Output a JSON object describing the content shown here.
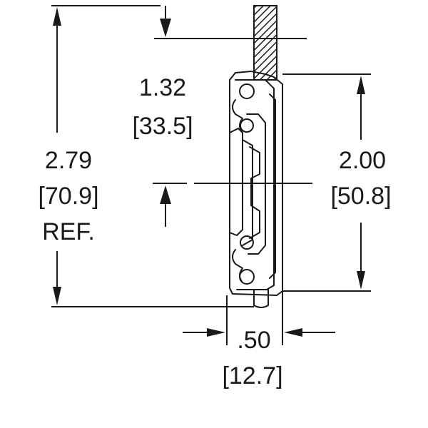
{
  "dimensions": {
    "overall_height": {
      "inch": "2.79",
      "mm": "[70.9]",
      "note": "REF."
    },
    "offset": {
      "inch": "1.32",
      "mm": "[33.5]"
    },
    "mounting_height": {
      "inch": "2.00",
      "mm": "[50.8]"
    },
    "thickness": {
      "inch": ".50",
      "mm": "[12.7]"
    }
  },
  "colors": {
    "line": "#1a1a1a",
    "background": "#ffffff"
  }
}
